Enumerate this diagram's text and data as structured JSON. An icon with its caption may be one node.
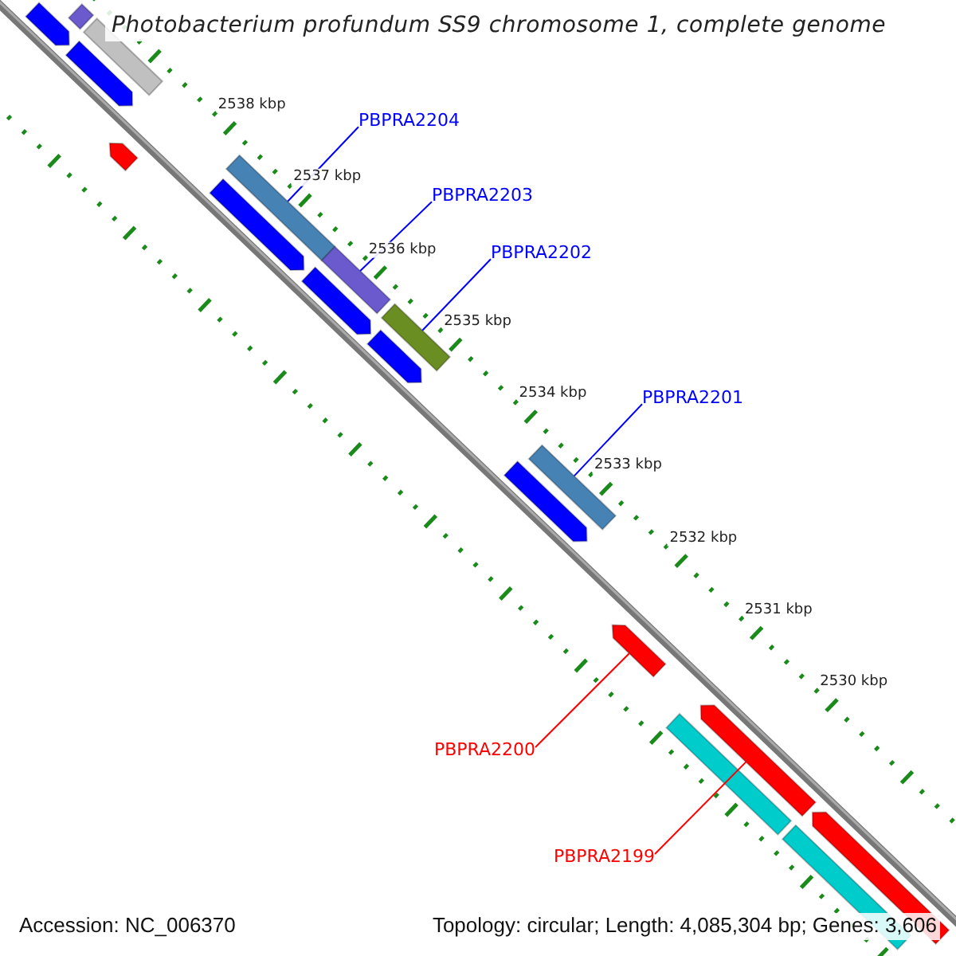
{
  "diagram": {
    "title": "Photobacterium profundum SS9 chromosome 1, complete genome",
    "nodes": [
      {
        "text": [
          "PBPRA2204"
        ]
      },
      {
        "text": [],
        "shape": "bar"
      },
      {
        "text": [
          "PBPRA2203"
        ]
      },
      {
        "text": [],
        "shape": "bar"
      },
      {
        "text": [
          "PBPRA2202"
        ]
      },
      {
        "text": [],
        "shape": "bar"
      },
      {
        "text": [
          "PBPRA2201"
        ]
      },
      {
        "text": [],
        "shape": "bar"
      },
      {
        "text": [
          "PBPRA2200"
        ]
      },
      {
        "text": [],
        "shape": "bar"
      },
      {
        "text": [
          "PBPRA2199"
        ]
      },
      {
        "text": [],
        "shape": "bar"
      },
      {
        "text": [],
        "shape": "bar"
      },
      {
        "text": [],
        "shape": "bar"
      },
      {
        "text": [],
        "shape": "bar"
      },
      {
        "text": [],
        "shape": "bar"
      },
      {
        "text": [],
        "shape": "bar"
      },
      {
        "text": [],
        "shape": "bar"
      },
      {
        "text": [],
        "shape": "bar"
      },
      {
        "text": [],
        "shape": "bar"
      },
      {
        "text": [],
        "shape": "bar"
      },
      {
        "text": [],
        "shape": "bar"
      },
      {
        "text": [],
        "shape": "bar"
      },
      {
        "text": [],
        "shape": "bar"
      }
    ],
    "edges": [
      {
        "from": 0,
        "to": 1,
        "arrow": "none"
      },
      {
        "from": 2,
        "to": 3,
        "arrow": "none"
      },
      {
        "from": 4,
        "to": 5,
        "arrow": "none"
      },
      {
        "from": 6,
        "to": 7,
        "arrow": "none"
      },
      {
        "from": 8,
        "to": 9,
        "arrow": "none",
        "color": "#ff0000"
      },
      {
        "from": 10,
        "to": 11,
        "arrow": "none",
        "color": "#ff0000"
      }
    ],
    "labels": [
      "2538 kbp",
      "2537 kbp",
      "2536 kbp",
      "2535 kbp",
      "2534 kbp",
      "2533 kbp",
      "2532 kbp",
      "2531 kbp",
      "2530 kbp",
      "Accession: NC_006370",
      "Topology: circular; Length: 4,085,304 bp; Genes: 3,606"
    ]
  }
}
